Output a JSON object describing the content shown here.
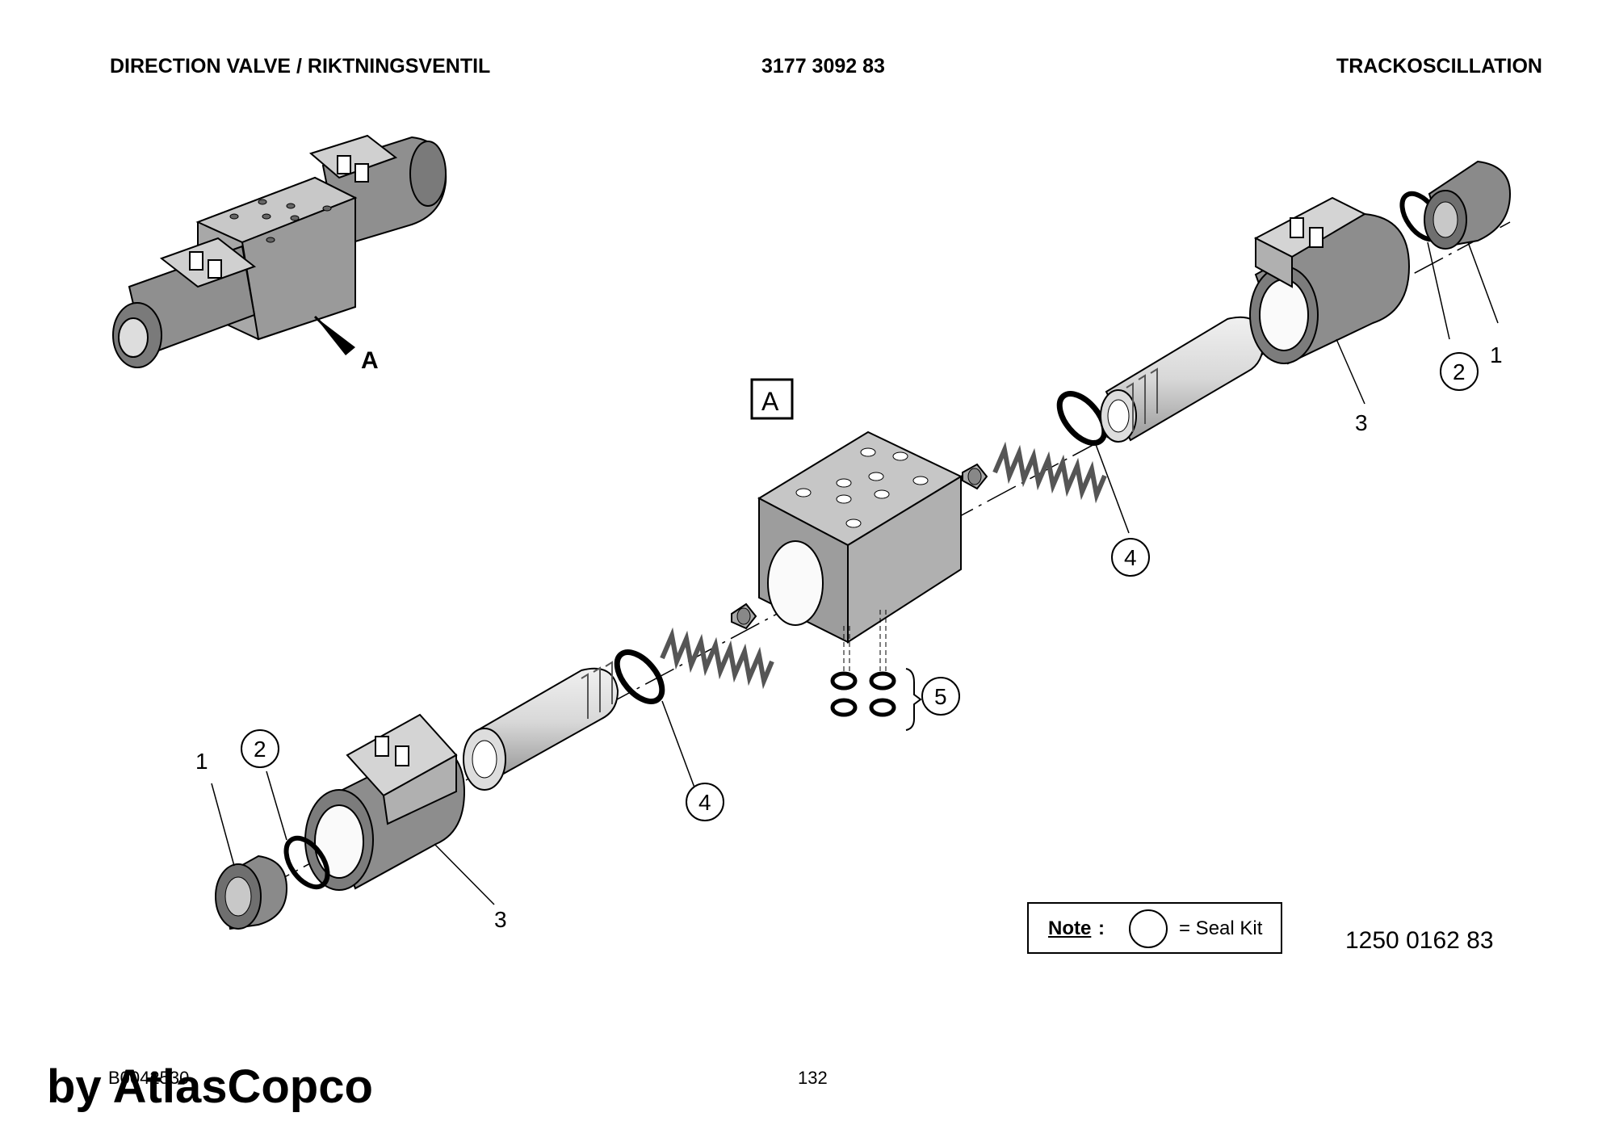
{
  "header": {
    "left": "DIRECTION VALVE / RIKTNINGSVENTIL",
    "center": "3177 3092 83",
    "right": "TRACKOSCILLATION"
  },
  "detail_marker": "A",
  "view_label": "A",
  "callouts": {
    "nut_top": "1",
    "oring_top": "2",
    "coil_top": "3",
    "seal_top": "4",
    "nut_bottom": "1",
    "oring_bottom": "2",
    "coil_bottom": "3",
    "seal_bottom": "4",
    "seal_set": "5"
  },
  "note": {
    "label": "Note",
    "colon": ":",
    "text": "= Seal Kit"
  },
  "part_number": "1250 0162 83",
  "drawing_id": "B0042530",
  "page_number": "132",
  "watermark": "by AtlasCopco"
}
